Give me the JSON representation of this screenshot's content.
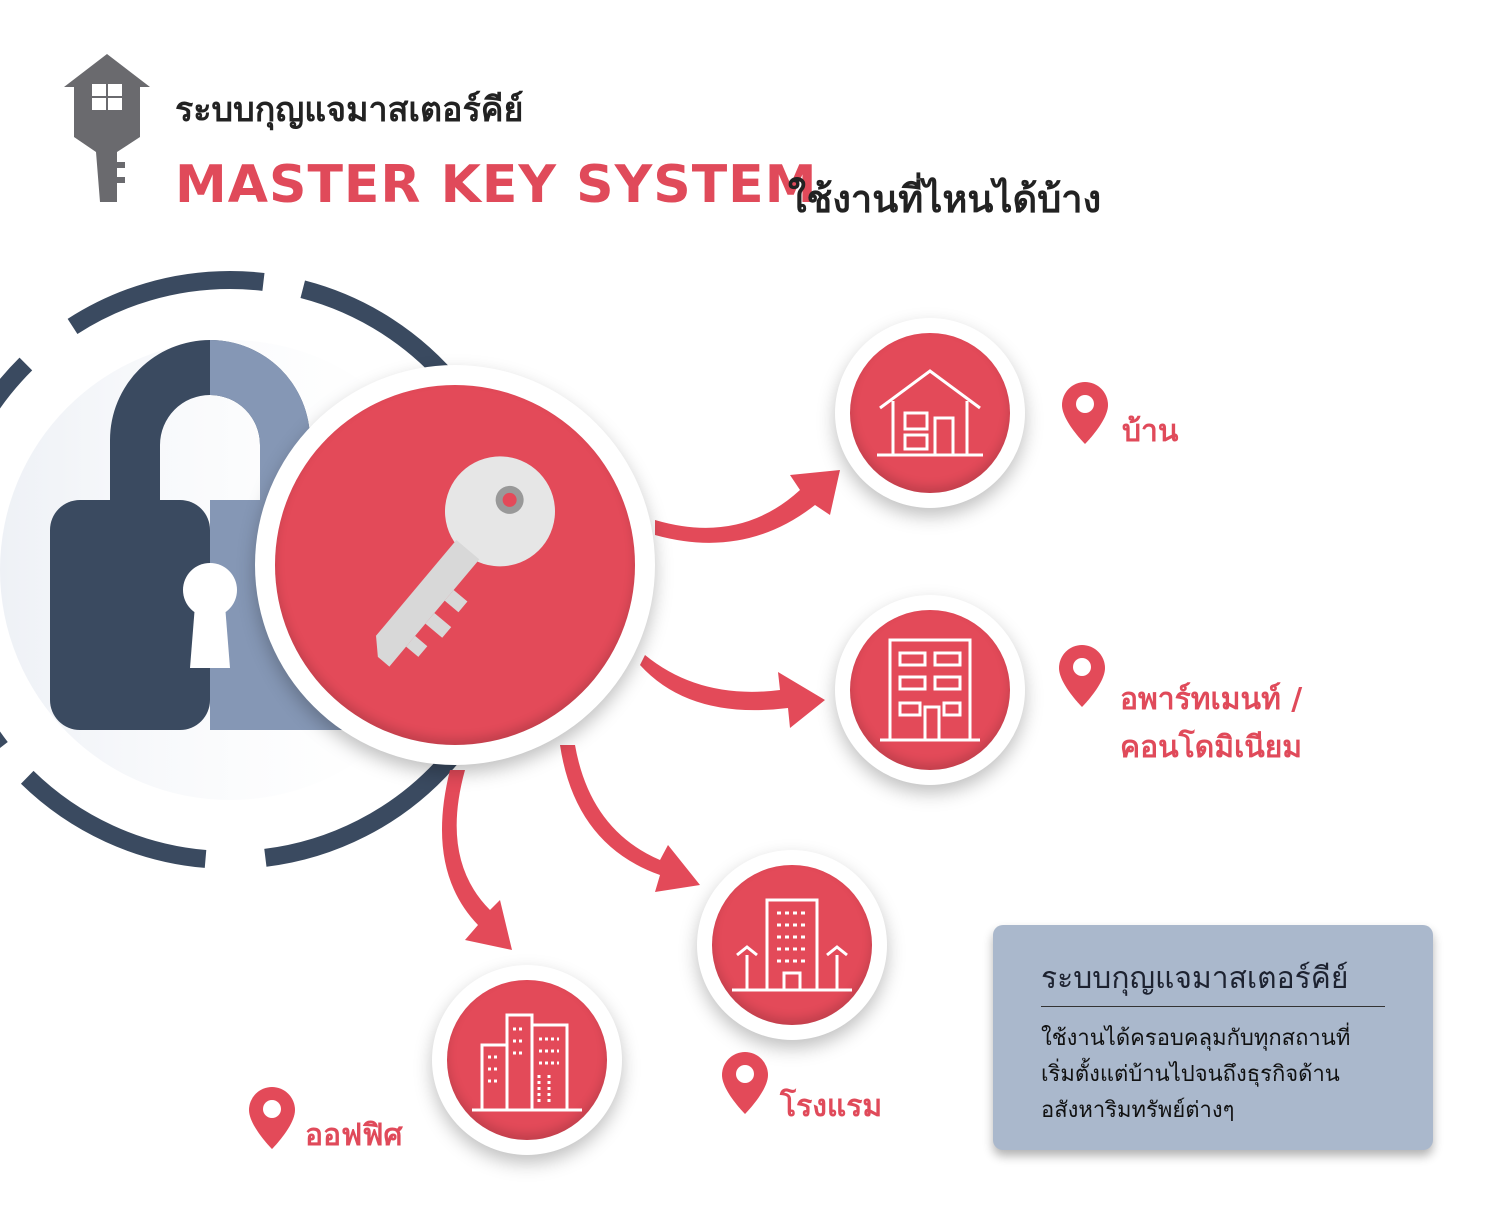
{
  "header": {
    "subtitle": "ระบบกุญแจมาสเตอร์คีย์",
    "title_en": "MASTER KEY SYSTEM",
    "title_th": "ใช้งานที่ไหนได้บ้าง",
    "logo_icon": "house-key-icon"
  },
  "locations": [
    {
      "label": "บ้าน",
      "icon": "house-icon"
    },
    {
      "label_line1": "อพาร์ทเมนท์ /",
      "label_line2": "คอนโดมิเนียม",
      "icon": "apartment-building-icon"
    },
    {
      "label": "โรงแรม",
      "icon": "hotel-icon"
    },
    {
      "label": "ออฟฟิศ",
      "icon": "office-buildings-icon"
    }
  ],
  "info_box": {
    "title": "ระบบกุญแจมาสเตอร์คีย์",
    "body": "ใช้งานได้ครอบคลุมกับทุกสถานที่ เริ่มตั้งแต่บ้านไปจนถึงธุรกิจด้านอสังหาริมทรัพย์ต่างๆ"
  },
  "colors": {
    "accent": "#e34a59",
    "navy": "#3a4a60",
    "box": "#aab8cc"
  }
}
